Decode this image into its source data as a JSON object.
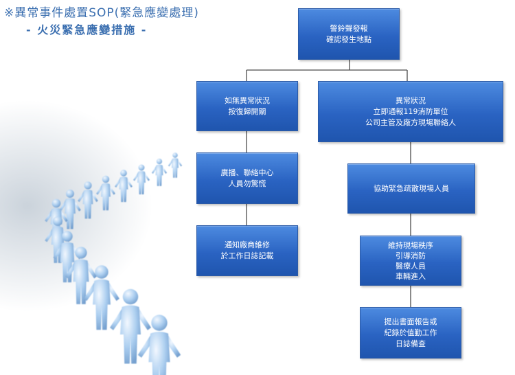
{
  "header": {
    "title": "※異常事件處置SOP(緊急應變處理)",
    "subtitle": "- 火災緊急應變措施 -"
  },
  "flow": {
    "root": {
      "lines": [
        "警鈴聲發報",
        "確認發生地點"
      ]
    },
    "left": [
      {
        "lines": [
          "如無異常狀況",
          "按復歸開關"
        ]
      },
      {
        "lines": [
          "廣播、聯絡中心",
          "人員勿驚慌"
        ]
      },
      {
        "lines": [
          "通知廠商維修",
          "於工作日誌記載"
        ]
      }
    ],
    "right": [
      {
        "lines": [
          "異常狀況",
          "立即通報119消防單位",
          "公司主管及廠方現場聯絡人"
        ]
      },
      {
        "lines": [
          "協助緊急疏散現場人員"
        ]
      },
      {
        "lines": [
          "維持現場秩序",
          "引導消防",
          "醫療人員",
          "車輛進入"
        ]
      },
      {
        "lines": [
          "提出書面報告或",
          "紀錄於值勤工作",
          "日誌備查"
        ]
      }
    ]
  },
  "colors": {
    "box": "#2a63c2",
    "title": "#3b6fb0",
    "connector": "#4a4a4a"
  },
  "decoration": {
    "illustration": "people-holding-hands-icon"
  }
}
